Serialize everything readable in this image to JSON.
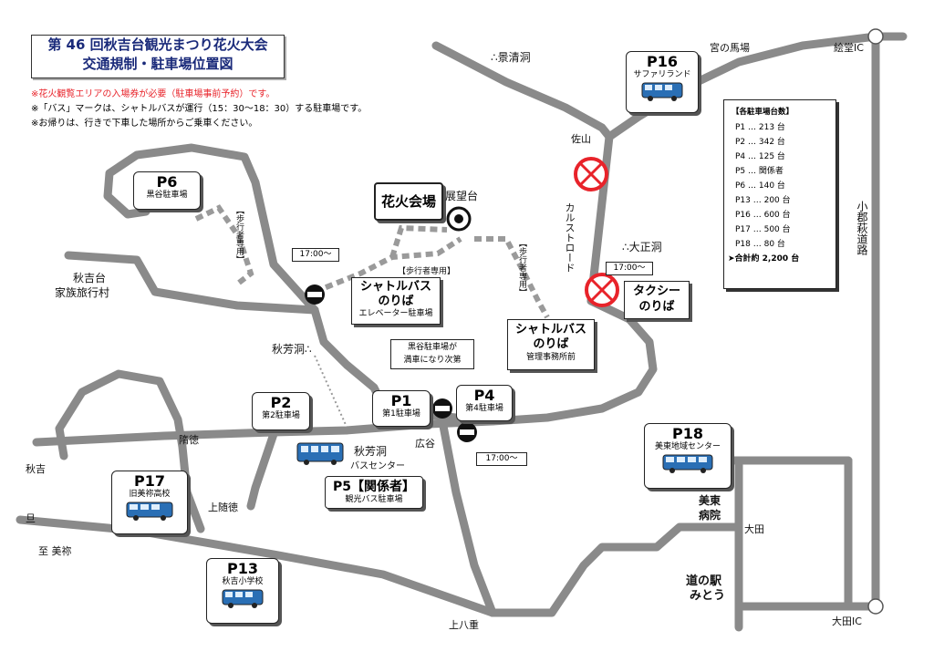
{
  "title": {
    "line1": "第 46 回秋吉台観光まつり花火大会",
    "line2": "交通規制・駐車場位置図"
  },
  "notes": [
    "※花火観覧エリアの入場券が必要（駐車場事前予約）です。",
    "※「バス」マークは、シャトルバスが運行（15：30～18：30）する駐車場です。",
    "※お帰りは、行きで下車した場所からご乗車ください。"
  ],
  "colors": {
    "road": "#888888",
    "title_text": "#1a2a7a",
    "note_red": "#e8232a",
    "no_entry": "#e8232a",
    "bus": "#2a6fb5"
  },
  "parking": {
    "p16": {
      "code": "P16",
      "name": "サファリランド"
    },
    "p6": {
      "code": "P6",
      "name": "黒谷駐車場"
    },
    "p2": {
      "code": "P2",
      "name": "第2駐車場"
    },
    "p1": {
      "code": "P1",
      "name": "第1駐車場"
    },
    "p4": {
      "code": "P4",
      "name": "第4駐車場"
    },
    "p18": {
      "code": "P18",
      "name": "美東地域センター"
    },
    "p17": {
      "code": "P17",
      "name": "旧美祢高校"
    },
    "p13": {
      "code": "P13",
      "name": "秋吉小学校"
    },
    "p5": {
      "code": "P5【関係者】",
      "name": "観光バス駐車場"
    }
  },
  "venue": {
    "hanabi": "花火会場",
    "tenbodai": "展望台"
  },
  "shuttle_elev": {
    "line1": "シャトルバス",
    "line2": "のりば",
    "sub": "エレベーター駐車場"
  },
  "shuttle_kanri": {
    "line1": "シャトルバス",
    "line2": "のりば",
    "sub": "管理事務所前"
  },
  "taxi": {
    "line1": "タクシー",
    "line2": "のりば"
  },
  "time_tags": {
    "t1": "17:00～",
    "t2": "17:00～",
    "t3": "17:00～"
  },
  "kurodani_note": {
    "line1": "黒谷駐車場が",
    "line2": "満車になり次第"
  },
  "walk": {
    "a": "【歩行者専用】",
    "b": "【歩行者専用】",
    "c": "【歩行者専用】"
  },
  "places": {
    "kagekiyodo": "∴景清洞",
    "miyanobaba": "宮の馬場",
    "eidoic": "絵堂IC",
    "sayama": "佐山",
    "karst_road": "カルストロード",
    "taishodo": "∴大正洞",
    "ogori_hagi": "小郡萩道路",
    "akiyoshidai_village_1": "秋吉台",
    "akiyoshidai_village_2": "家族旅行村",
    "akiyoshido": "秋芳洞∴",
    "akiyoshido_bc_1": "秋芳洞",
    "akiyoshido_bc_2": "バスセンター",
    "zuitoku": "隋徳",
    "kamizuitoku": "上随徳",
    "hirotani": "広谷",
    "akiyoshi": "秋吉",
    "dan": "旦",
    "to_mine": "至 美祢",
    "mito_hospital_1": "美東",
    "mito_hospital_2": "病院",
    "ota": "大田",
    "michinoeki_1": "道の駅",
    "michinoeki_2": "みとう",
    "kamihachie": "上八重",
    "otaic": "大田IC"
  },
  "legend": {
    "header": "【各駐車場台数】",
    "rows": [
      "P1 … 213 台",
      "P2 … 342 台",
      "P4 … 125 台",
      "P5 … 関係者",
      "P6 … 140 台",
      "P13 … 200 台",
      "P16 … 600 台",
      "P17 … 500 台",
      "P18 … 80 台",
      "➤合計約 2,200 台"
    ]
  }
}
